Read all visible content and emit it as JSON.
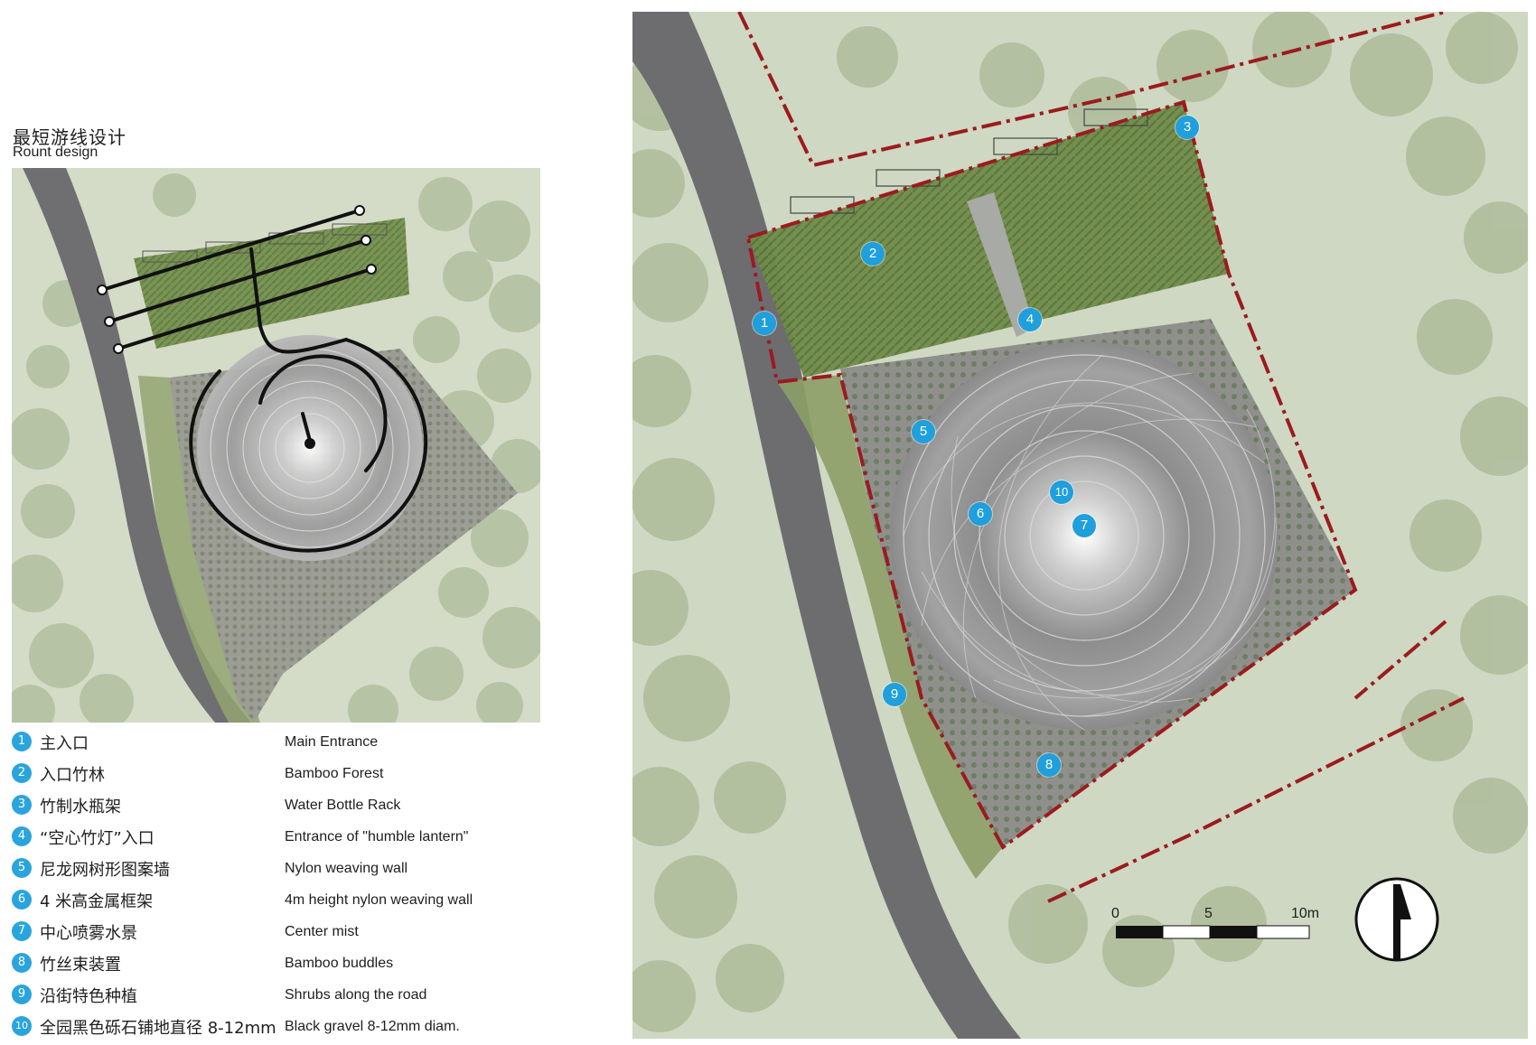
{
  "title": {
    "cn": "最短游线设计",
    "en": "Rount design"
  },
  "legend": [
    {
      "num": "1",
      "cn": "主入口",
      "en": "Main Entrance"
    },
    {
      "num": "2",
      "cn": "入口竹林",
      "en": "Bamboo Forest"
    },
    {
      "num": "3",
      "cn": "竹制水瓶架",
      "en": "Water Bottle Rack"
    },
    {
      "num": "4",
      "cn": "“空心竹灯”入口",
      "en": "Entrance of \"humble lantern\""
    },
    {
      "num": "5",
      "cn": "尼龙网树形图案墙",
      "en": "Nylon weaving wall"
    },
    {
      "num": "6",
      "cn": "4 米高金属框架",
      "en": "4m height nylon weaving wall"
    },
    {
      "num": "7",
      "cn": "中心喷雾水景",
      "en": "Center mist"
    },
    {
      "num": "8",
      "cn": "竹丝束装置",
      "en": "Bamboo buddles"
    },
    {
      "num": "9",
      "cn": "沿街特色种植",
      "en": "Shrubs along the road"
    },
    {
      "num": "10",
      "cn": "全园黑色砾石铺地直径 8-12mm",
      "en": "Black gravel 8-12mm diam."
    }
  ],
  "map_markers": [
    {
      "num": "1"
    },
    {
      "num": "2"
    },
    {
      "num": "3"
    },
    {
      "num": "4"
    },
    {
      "num": "5"
    },
    {
      "num": "6"
    },
    {
      "num": "7"
    },
    {
      "num": "8"
    },
    {
      "num": "9"
    },
    {
      "num": "10"
    }
  ],
  "scale_bar": {
    "labels": [
      "0",
      "5",
      "10m"
    ]
  },
  "colors": {
    "background_green": "#cfd8c2",
    "tree_green": "#a9b895",
    "road": "#6f6f72",
    "boundary": "#9b1b1f",
    "marker": "#1f9fdc",
    "route": "#111111",
    "bamboo": "#6f8a47"
  }
}
